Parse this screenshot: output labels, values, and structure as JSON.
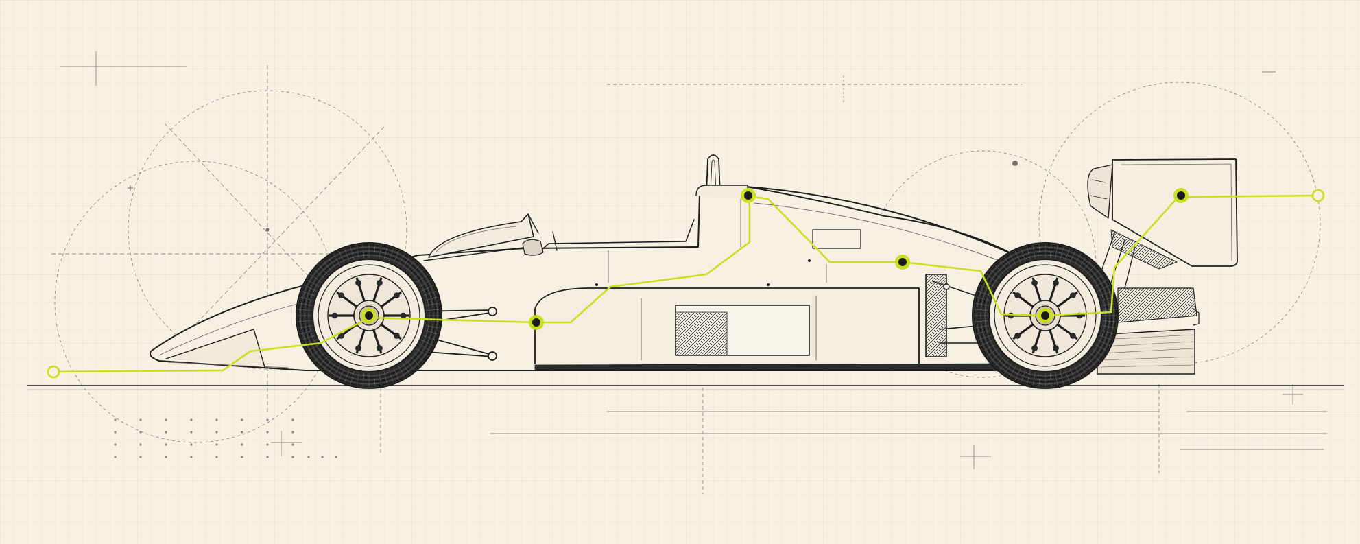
{
  "colors": {
    "paper": "#f7f1e4",
    "grid": "#ebe2cf",
    "ink": "#1e1e1e",
    "ink_light": "#9a958b",
    "accent": "#c9e021",
    "node_core": "#1b1b1b"
  },
  "labels": [],
  "callouts": [
    {
      "name": "callout-nose",
      "node": "nose-endpoint-node"
    },
    {
      "name": "callout-front-wheel",
      "node": "front-wheel-hub-node"
    },
    {
      "name": "callout-sidepod",
      "node": "sidepod-node"
    },
    {
      "name": "callout-roll-hoop",
      "node": "roll-hoop-node"
    },
    {
      "name": "callout-engine-cover",
      "node": "engine-cover-node"
    },
    {
      "name": "callout-rear-wheel",
      "node": "rear-wheel-hub-node"
    },
    {
      "name": "callout-rear-wing",
      "node": "rear-wing-node"
    },
    {
      "name": "callout-rear-endpoint",
      "node": "rear-endpoint-node"
    }
  ]
}
